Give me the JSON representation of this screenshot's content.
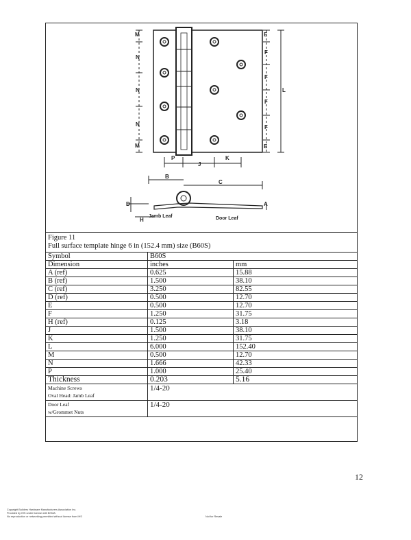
{
  "figure": {
    "dim_labels": {
      "M": "M",
      "N": "N",
      "E": "E",
      "F": "F",
      "L": "L",
      "P": "P",
      "J": "J",
      "K": "K",
      "B": "B",
      "C": "C",
      "D": "D",
      "H": "H",
      "A": "A"
    },
    "jamb_label": "Jamb Leaf",
    "door_label": "Door Leaf"
  },
  "caption": {
    "line1": "Figure 11",
    "line2": "Full surface template hinge 6 in (152.4 mm) size (B60S)"
  },
  "table": {
    "symbol_header": "Symbol",
    "symbol_value": "B60S",
    "dimension_header": "Dimension",
    "inches_header": "inches",
    "mm_header": "mm",
    "rows": [
      {
        "label": "A (ref)",
        "inches": "0.625",
        "mm": "15.88"
      },
      {
        "label": "B (ref)",
        "inches": "1.500",
        "mm": "38.10"
      },
      {
        "label": "C (ref)",
        "inches": "3.250",
        "mm": "82.55"
      },
      {
        "label": "D (ref)",
        "inches": "0.500",
        "mm": "12.70"
      },
      {
        "label": "E",
        "inches": "0.500",
        "mm": "12.70"
      },
      {
        "label": "F",
        "inches": "1.250",
        "mm": "31.75"
      },
      {
        "label": "H (ref)",
        "inches": "0.125",
        "mm": "3.18"
      },
      {
        "label": "J",
        "inches": "1.500",
        "mm": "38.10"
      },
      {
        "label": "K",
        "inches": "1.250",
        "mm": "31.75"
      },
      {
        "label": "L",
        "inches": "6.000",
        "mm": "152.40"
      },
      {
        "label": "M",
        "inches": "0.500",
        "mm": "12.70"
      },
      {
        "label": "N",
        "inches": "1.666",
        "mm": "42.33"
      },
      {
        "label": "P",
        "inches": "1.000",
        "mm": "25.40"
      },
      {
        "label": "Thickness",
        "inches": "0.203",
        "mm": "5.16"
      }
    ],
    "screws_line1": "Machine Screws",
    "screws_line2": "Oval Head: Jamb Leaf",
    "screws_value": "1/4-20",
    "door_line1": "Door Leaf",
    "door_line2": "w/Grommet Nuts",
    "door_value": "1/4-20"
  },
  "page_number": "12",
  "footer": {
    "line1": "Copyright Builders Hardware Manufacturers Association Inc.",
    "line2": "Provided by IHS under license with BHMA",
    "line3": "No reproduction or networking permitted without license from IHS",
    "right": "Not for Resale"
  }
}
